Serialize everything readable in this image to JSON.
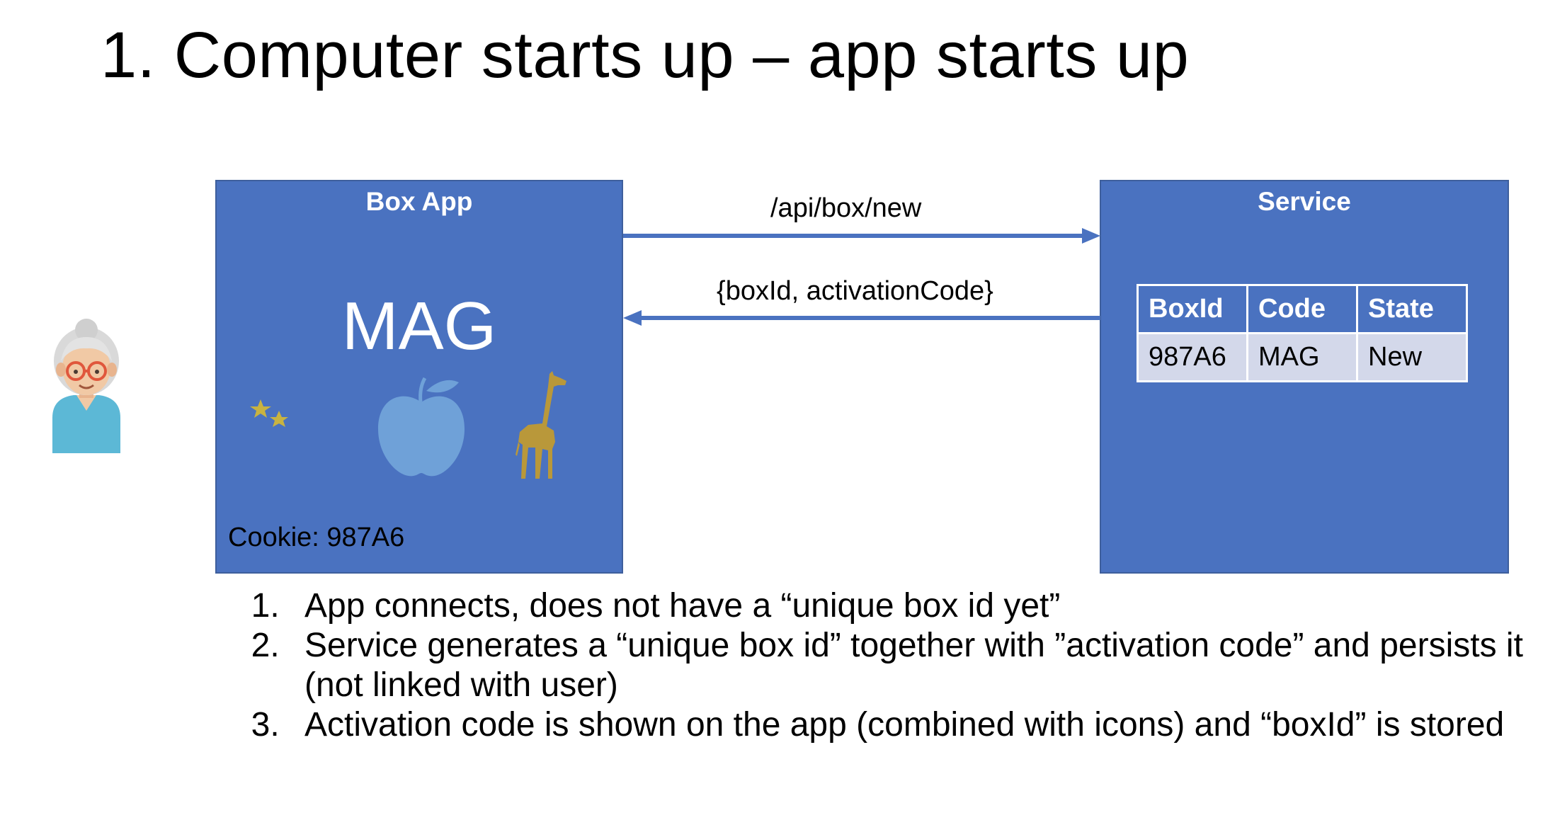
{
  "slide": {
    "title": "1. Computer starts up – app starts up"
  },
  "box_app": {
    "title": "Box App",
    "activation_code": "MAG",
    "cookie": "Cookie: 987A6",
    "icons": [
      "moon-stars-icon",
      "apple-icon",
      "giraffe-icon"
    ]
  },
  "service": {
    "title": "Service",
    "table": {
      "headers": [
        "BoxId",
        "Code",
        "State"
      ],
      "rows": [
        [
          "987A6",
          "MAG",
          "New"
        ]
      ]
    }
  },
  "arrows": {
    "request_label": "/api/box/new",
    "response_label": "{boxId, activationCode}"
  },
  "user_icon": "grandmother-avatar-icon",
  "steps": [
    "App connects, does not have a “unique box id yet”",
    "Service generates a “unique box id” together with ”activation code” and persists it (not linked with user)",
    "Activation code is shown on the app (combined with icons) and “boxId” is stored"
  ],
  "colors": {
    "panel": "#4a72c0",
    "icon_gold": "#c8b341",
    "icon_apple": "#6fa1d8",
    "giraffe": "#b9983a",
    "table_row": "#d3d8ea"
  }
}
